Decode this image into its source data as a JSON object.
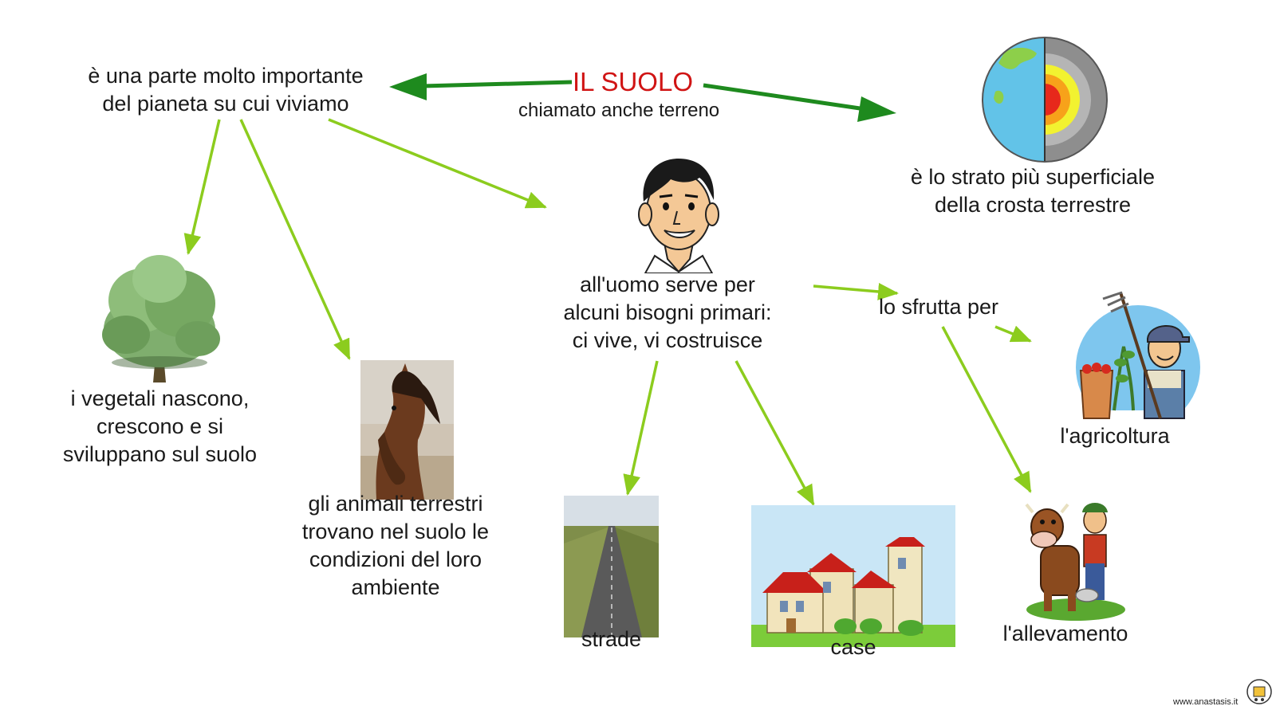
{
  "center": {
    "title": "IL SUOLO",
    "subtitle": "chiamato anche terreno"
  },
  "left_main": {
    "lines": [
      "è una parte molto importante",
      "del pianeta su cui viviamo"
    ]
  },
  "right_main": {
    "lines": [
      "è lo strato più superficiale",
      "della crosta terrestre"
    ]
  },
  "vegetali": {
    "lines": [
      "i vegetali nascono,",
      "crescono e si",
      "sviluppano sul suolo"
    ]
  },
  "animali": {
    "lines": [
      "gli animali terrestri",
      "trovano nel suolo le",
      "condizioni del loro",
      "ambiente"
    ]
  },
  "uomo": {
    "lines": [
      "all'uomo serve per",
      "alcuni bisogni primari:",
      "ci vive, vi costruisce"
    ]
  },
  "sfrutta": {
    "label": "lo sfrutta per"
  },
  "strade": {
    "label": "strade"
  },
  "case": {
    "label": "case"
  },
  "agricoltura": {
    "label": "l'agricoltura"
  },
  "allevamento": {
    "label": "l'allevamento"
  },
  "footer": {
    "site": "www.anastasis.it"
  },
  "colors": {
    "dark_arrow": "#1e8a1e",
    "light_arrow": "#8ccc1e",
    "title": "#d01414"
  },
  "icons": [
    "earth-layers-icon",
    "tree-icon",
    "horse-icon",
    "boy-face-icon",
    "road-icon",
    "houses-icon",
    "farmer-pitchfork-icon",
    "cow-farmer-icon",
    "supermappe-logo-icon"
  ]
}
